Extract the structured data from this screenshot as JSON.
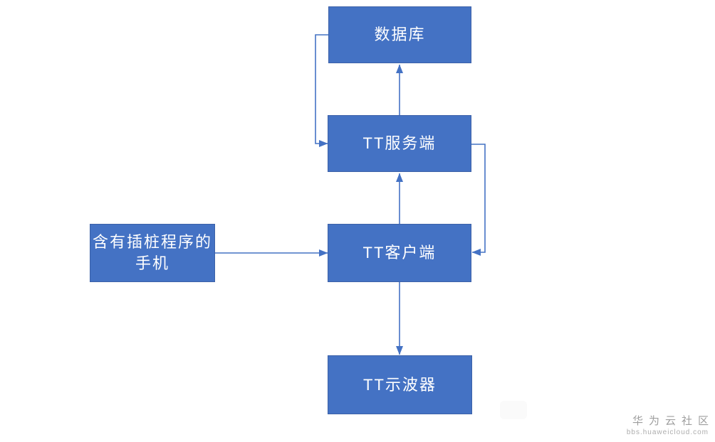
{
  "diagram": {
    "colors": {
      "node_fill": "#4472C4",
      "node_border": "#3C61A8",
      "node_text": "#FFFFFF",
      "arrow": "#4472C4",
      "watermark_title": "#9E9E9E",
      "watermark_url": "#ADADAD"
    },
    "nodes": {
      "database": {
        "label": "数据库"
      },
      "server": {
        "label": "TT服务端"
      },
      "client": {
        "label": "TT客户端"
      },
      "phone": {
        "line1": "含有插桩程序的",
        "line2": "手机"
      },
      "oscilloscope": {
        "label": "TT示波器"
      }
    },
    "edges": [
      {
        "from": "数据库",
        "to": "TT服务端"
      },
      {
        "from": "TT服务端",
        "to": "数据库"
      },
      {
        "from": "TT客户端",
        "to": "TT服务端"
      },
      {
        "from": "TT服务端",
        "to": "TT客户端"
      },
      {
        "from": "含有插桩程序的手机",
        "to": "TT客户端"
      },
      {
        "from": "TT客户端",
        "to": "TT示波器"
      }
    ]
  },
  "watermark": {
    "title": "华为云社区",
    "url": "bbs.huaweicloud.com"
  }
}
